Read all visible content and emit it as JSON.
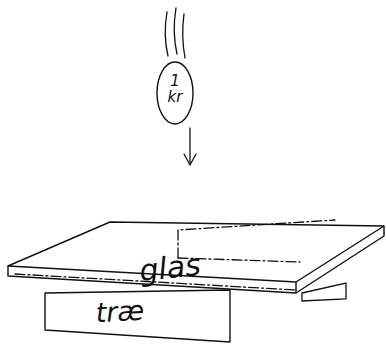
{
  "diagram": {
    "nodes": [
      {
        "text": [
          "1 kr"
        ]
      },
      {
        "text": [
          "glas"
        ]
      },
      {
        "text": [
          "træ"
        ]
      }
    ]
  }
}
